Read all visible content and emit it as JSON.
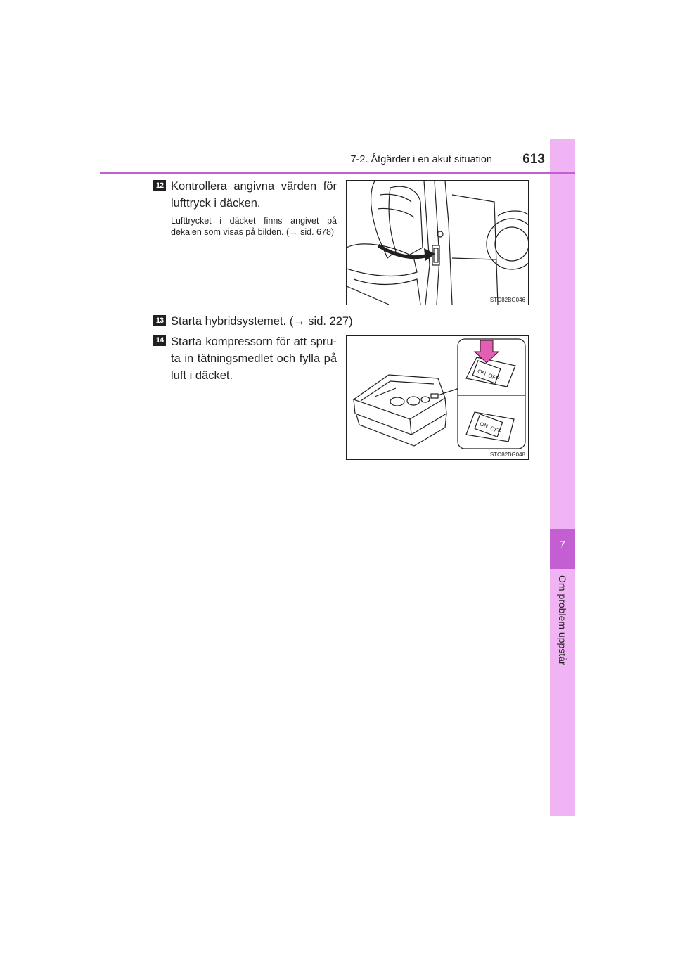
{
  "header": {
    "section": "7-2. Åtgärder i en akut situation",
    "page_number": "613"
  },
  "side_tab": {
    "chapter_number": "7",
    "chapter_title": "Om problem uppstår"
  },
  "steps": [
    {
      "number": "12",
      "text": "Kontrollera angivna värden för lufttryck i däcken.",
      "subtext": "Lufttrycket i däcket finns angivet på dekalen som visas på bilden. (→ sid. 678)",
      "figure_code": "STO82BG046"
    },
    {
      "number": "13",
      "text": "Starta hybridsystemet. (→ sid. 227)"
    },
    {
      "number": "14",
      "text": "Starta kompressorn för att spru-ta in tätningsmedlet och fylla på luft i däcket.",
      "figure_code": "STO82BG048",
      "switch_labels": {
        "on": "ON",
        "off": "OFF"
      }
    }
  ],
  "colors": {
    "accent": "#c35fd3",
    "tab": "#f0b3f4",
    "highlight_arrow": "#e35fb3"
  }
}
